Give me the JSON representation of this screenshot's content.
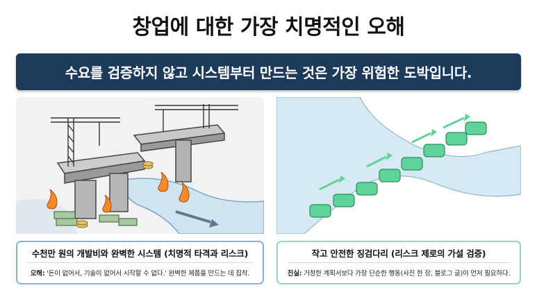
{
  "title": "창업에 대한 가장 치명적인 오해",
  "banner": "수요를 검증하지 않고 시스템부터 만드는 것은 가장 위험한 도박입니다.",
  "left_card": {
    "title": "수천만 원의 개발비와 완벽한 시스템 (치명적 타격과 리스크)",
    "label": "오해:",
    "text": "'돈이 없어서, 기술이 없어서 시작할 수 없다.' 완벽한 제품을 만드는 데 집착."
  },
  "right_card": {
    "title": "작고 안전한 징검다리 (리스크 제로의 가설 검증)",
    "label": "진실:",
    "text": "거창한 계획서보다 가장 단순한 행동(사진 한 장, 블로그 글)이 먼저 필요하다."
  },
  "colors": {
    "banner_bg": "#1e3a5a",
    "left_border": "#7fb3e3",
    "right_border": "#8fd9b3",
    "stepping_stone": "#5fd39a"
  },
  "icons": {
    "left_illustration": "unfinished-bridge-with-cranes-fire-and-money",
    "right_illustration": "green-stepping-stones-across-river-with-arrows"
  }
}
